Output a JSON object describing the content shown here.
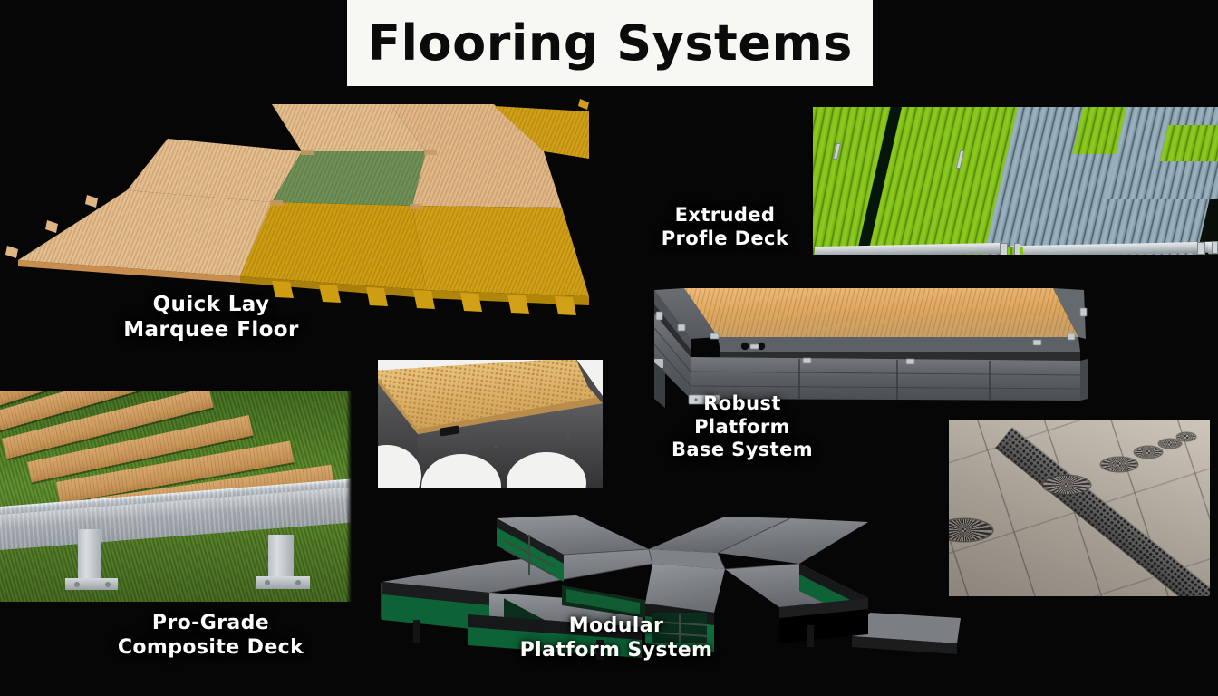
{
  "page": {
    "background_color": "#000000",
    "title": "Flooring Systems",
    "banner_color": "#f7f7f4",
    "caption_color": "#fdfdfb"
  },
  "captions": {
    "quick_lay": "Quick Lay\nMarquee Floor",
    "extruded": "Extruded\nProfle Deck",
    "robust": "Robust\nPlatform\nBase System",
    "pro_grade": "Pro-Grade\nComposite Deck",
    "modular": "Modular\nPlatform System"
  },
  "products": [
    {
      "id": "quick-lay-marquee-floor",
      "label": "Quick Lay\nMarquee Floor",
      "description": "Interlocking puzzle-edge marquee floor tiles shown in perspective",
      "colors": [
        "#e3b886",
        "#6f9156",
        "#d2a017"
      ]
    },
    {
      "id": "extruded-profle-deck",
      "label": "Extruded\nProfle Deck",
      "description": "Ribbed extruded profile deck panels on aluminium rails",
      "colors": [
        "#8ecb22",
        "#9db4c2",
        "#cfd5d7"
      ]
    },
    {
      "id": "robust-platform-base-system",
      "label": "Robust\nPlatform\nBase System",
      "description": "Grey aluminium base frame with timber-effect deck top",
      "colors": [
        "#e0ab68",
        "#5b6064",
        "#2b2d2f"
      ]
    },
    {
      "id": "pro-grade-composite-deck",
      "label": "Pro-Grade\nComposite Deck",
      "description": "Composite deck boards on galvanised steel frame over grass",
      "colors": [
        "#c99659",
        "#b5bcc1",
        "#4f7c22"
      ]
    },
    {
      "id": "modular-platform-system",
      "label": "Modular\nPlatform System",
      "description": "Cross-shaped modular stage platform with green side panels",
      "colors": [
        "#7d8184",
        "#0f6b3a",
        "#16181a"
      ]
    },
    {
      "id": "rubber-tile-detail",
      "label": "",
      "description": "Cut-away of studded tile with dark scalloped interlocking base",
      "colors": [
        "#d9ad62",
        "#434345",
        "#f2f2f0"
      ]
    },
    {
      "id": "paving-drainage",
      "label": "",
      "description": "Concrete paving slabs with round covers and perforated drainage channel",
      "colors": [
        "#b5ac9f",
        "#4b4a48"
      ]
    }
  ]
}
